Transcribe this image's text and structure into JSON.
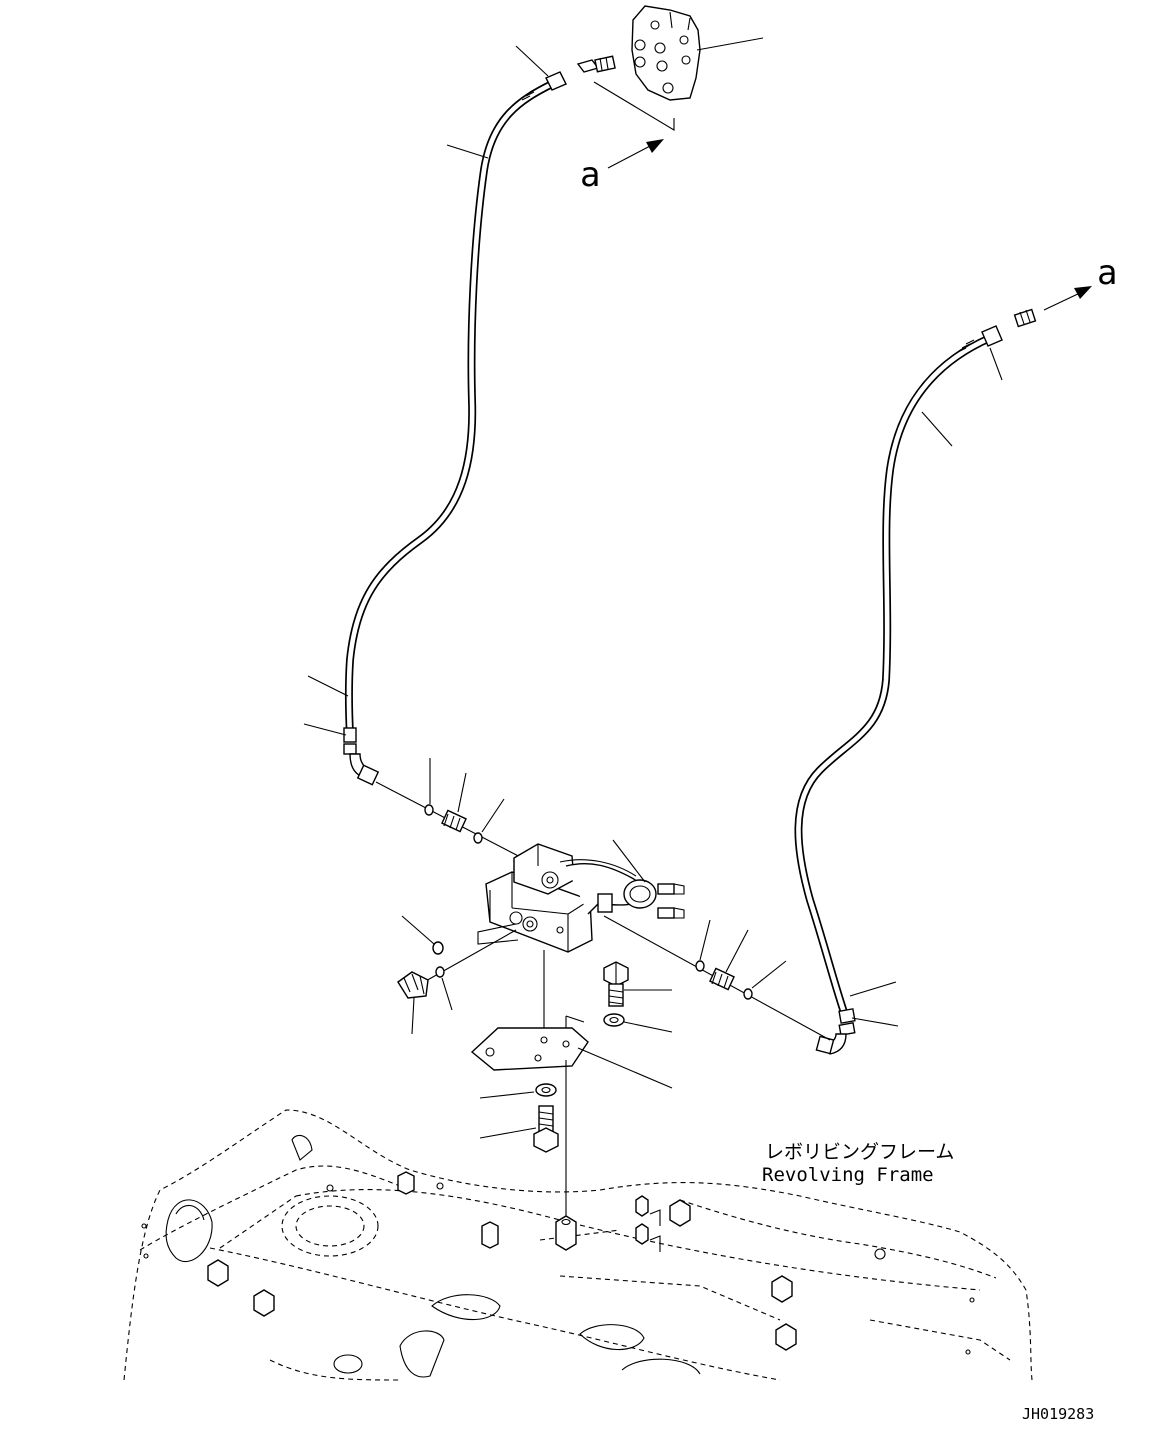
{
  "labels": {
    "view_mark_top": "a",
    "view_mark_right": "a",
    "frame_label_jp": "レボリビングフレーム",
    "frame_label_en": "Revolving Frame",
    "drawing_id": "JH019283"
  }
}
